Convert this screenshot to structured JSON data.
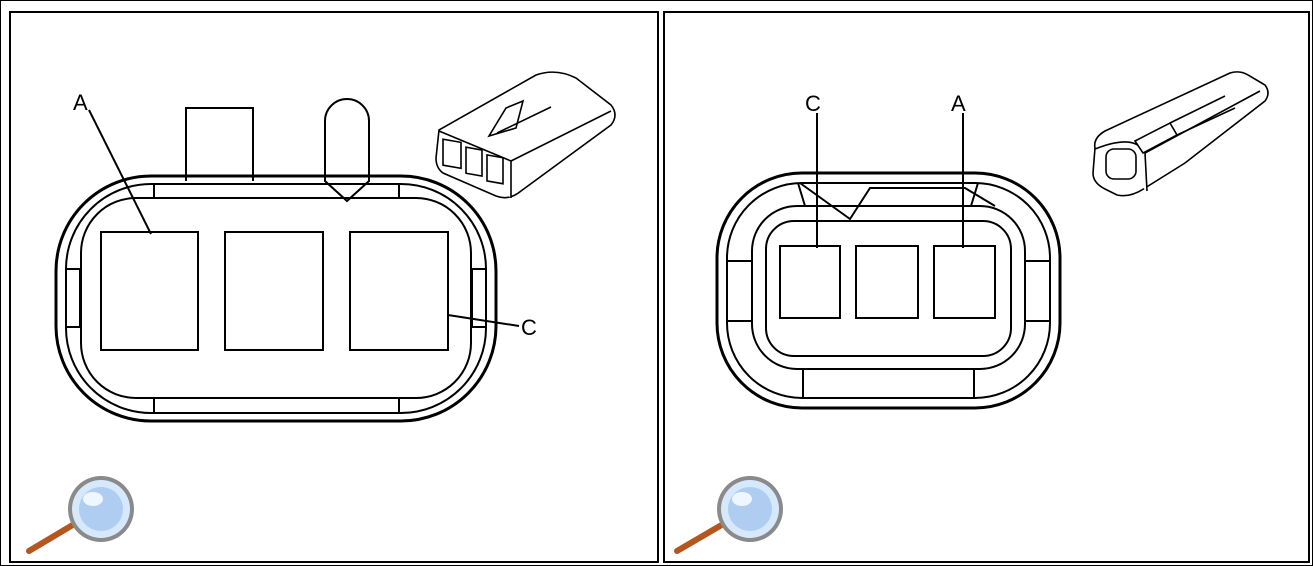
{
  "panels": [
    {
      "callouts": {
        "a": "A",
        "c": "C"
      },
      "zoom_icon": "magnifier-icon"
    },
    {
      "callouts": {
        "a": "A",
        "c": "C"
      },
      "zoom_icon": "magnifier-icon"
    }
  ],
  "colors": {
    "line": "#000000",
    "lens": "#bcd8f5",
    "handle": "#b5561e"
  }
}
